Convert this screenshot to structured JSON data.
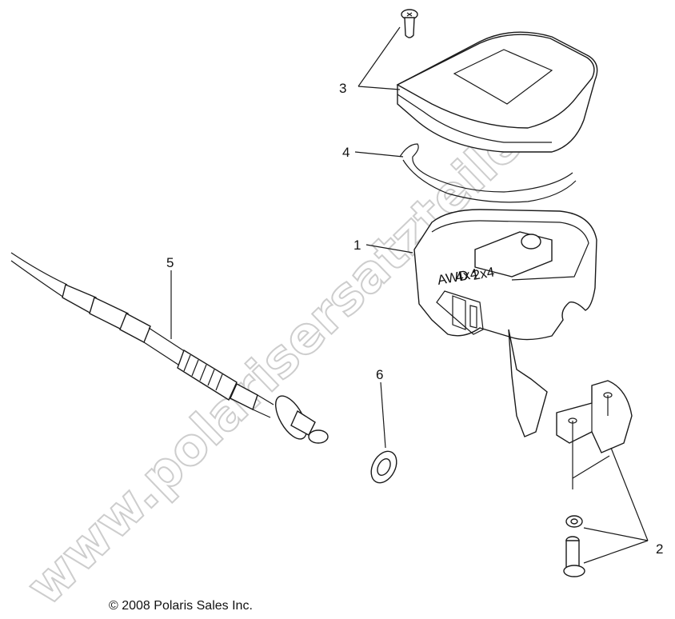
{
  "diagram": {
    "callouts": [
      {
        "id": "3",
        "label": "3"
      },
      {
        "id": "4",
        "label": "4"
      },
      {
        "id": "1",
        "label": "1"
      },
      {
        "id": "5",
        "label": "5"
      },
      {
        "id": "6",
        "label": "6"
      },
      {
        "id": "2",
        "label": "2"
      }
    ],
    "switch_markings": [
      "AWD",
      "4x4",
      "2x4"
    ],
    "watermark": "www.polarisersatzteile.de",
    "copyright": "© 2008 Polaris Sales Inc."
  }
}
